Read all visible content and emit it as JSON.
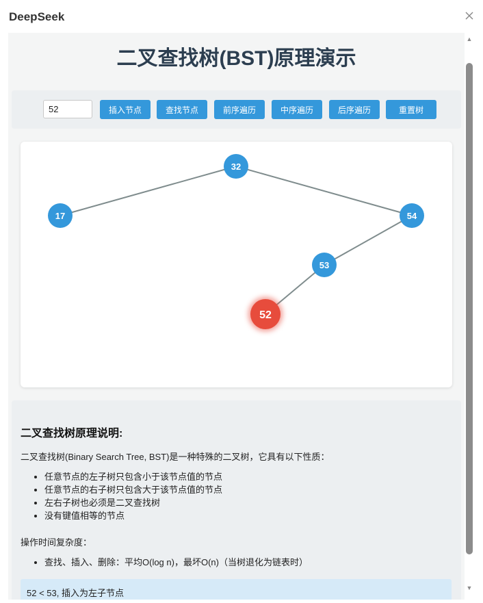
{
  "window": {
    "app_title": "DeepSeek",
    "close_icon": "close-icon"
  },
  "page": {
    "title": "二叉查找树(BST)原理演示"
  },
  "controls": {
    "input_value": "52",
    "buttons": [
      "插入节点",
      "查找节点",
      "前序遍历",
      "中序遍历",
      "后序遍历",
      "重置树"
    ]
  },
  "tree": {
    "nodes": [
      "32",
      "17",
      "54",
      "53",
      "52"
    ],
    "highlighted_node": "52",
    "colors": {
      "node": "#3498db",
      "highlight": "#e74c3c",
      "edge": "#7f8c8d"
    }
  },
  "info": {
    "title": "二叉查找树原理说明:",
    "intro": "二叉查找树(Binary Search Tree, BST)是一种特殊的二叉树，它具有以下性质：",
    "properties": [
      "任意节点的左子树只包含小于该节点值的节点",
      "任意节点的右子树只包含大于该节点值的节点",
      "左右子树也必须是二叉查找树",
      "没有键值相等的节点"
    ],
    "complexity_label": "操作时间复杂度：",
    "complexity_items": [
      "查找、插入、删除：平均O(log n)，最坏O(n)（当树退化为链表时）"
    ],
    "status": "52 < 53, 插入为左子节点"
  }
}
